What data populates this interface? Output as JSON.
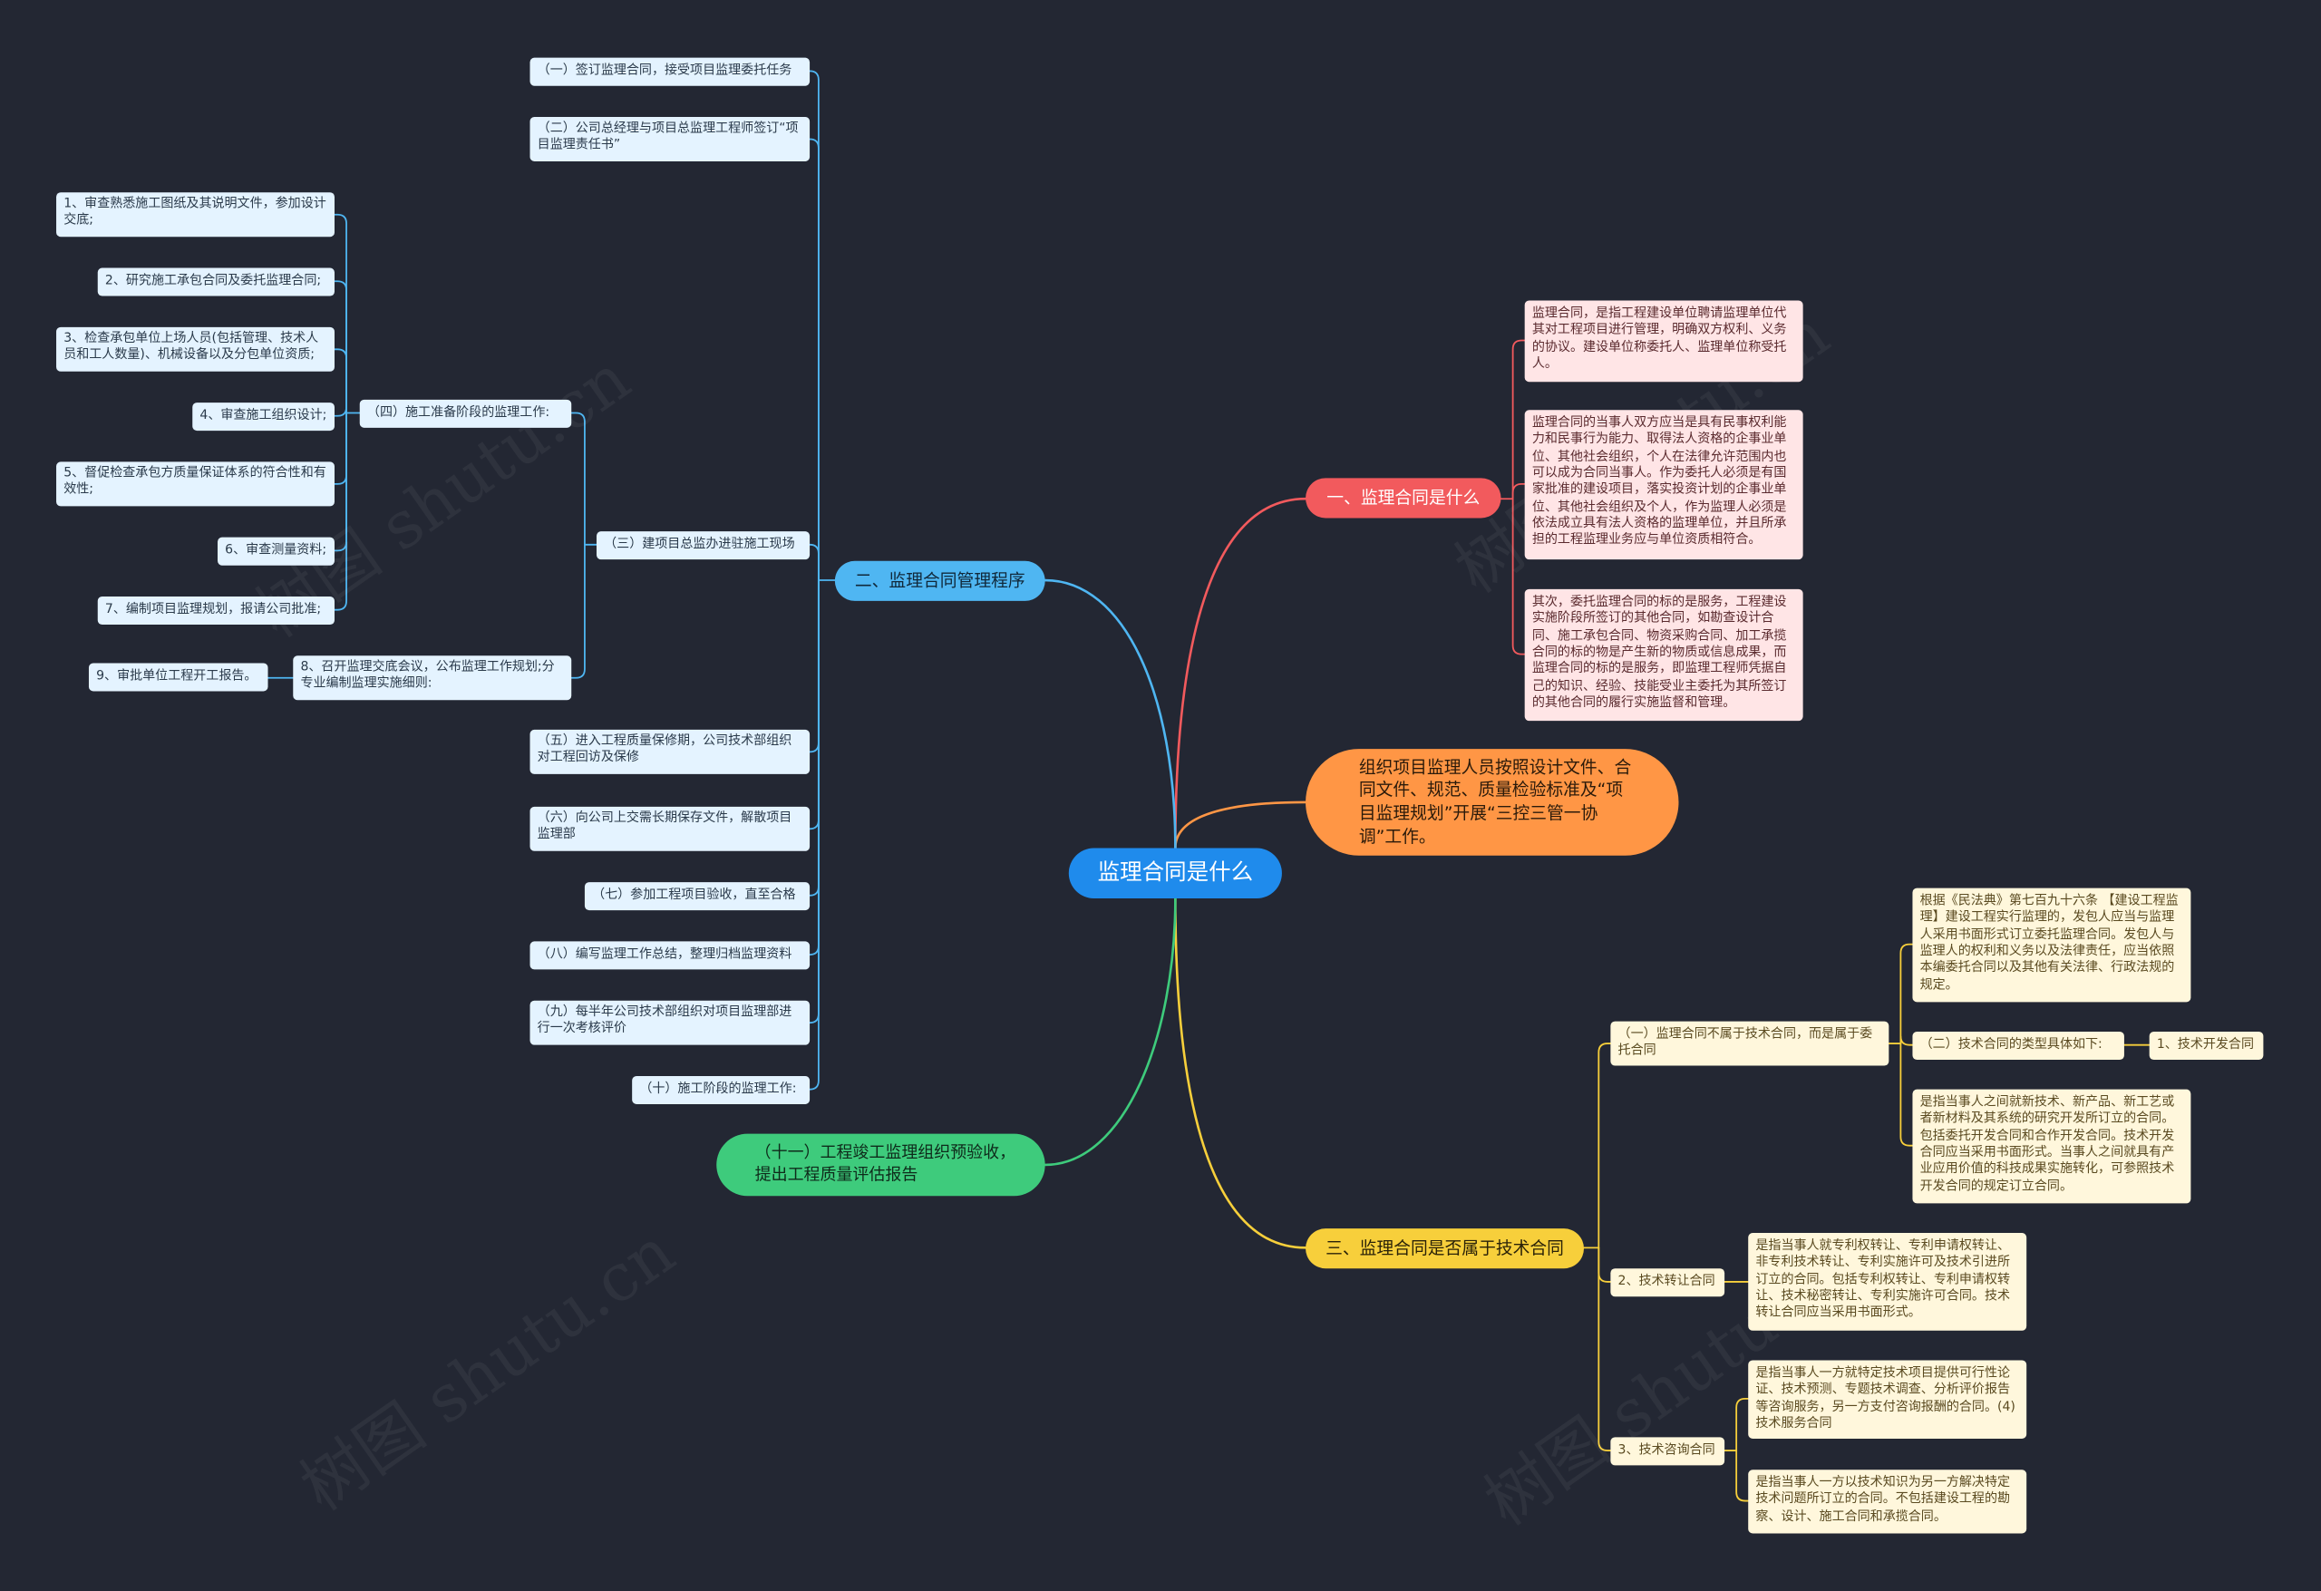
{
  "root": "监理合同是什么",
  "watermark": "树图 shutu.cn",
  "colors": {
    "blue": "#4fb6f2",
    "red": "#f25a5d",
    "orange": "#ff9645",
    "yellow": "#f7cf3b",
    "green": "#3ecb7c",
    "root": "#1f8bec"
  },
  "branch1": {
    "title": "一、监理合同是什么",
    "items": [
      "监理合同，是指工程建设单位聘请监理单位代其对工程项目进行管理，明确双方权利、义务的协议。建设单位称委托人、监理单位称受托人。",
      "监理合同的当事人双方应当是具有民事权利能力和民事行为能力、取得法人资格的企事业单位、其他社会组织，个人在法律允许范围内也可以成为合同当事人。作为委托人必须是有国家批准的建设项目，落实投资计划的企事业单位、其他社会组织及个人，作为监理人必须是依法成立具有法人资格的监理单位，并且所承担的工程监理业务应与单位资质相符合。",
      "其次，委托监理合同的标的是服务，工程建设实施阶段所签订的其他合同，如勘查设计合同、施工承包合同、物资采购合同、加工承揽合同的标的物是产生新的物质或信息成果，而监理合同的标的是服务，即监理工程师凭据自己的知识、经验、技能受业主委托为其所签订的其他合同的履行实施监督和管理。"
    ]
  },
  "branch2": {
    "title": "二、监理合同管理程序",
    "items": {
      "i1": "（一）签订监理合同，接受项目监理委托任务",
      "i2": "（二）公司总经理与项目总监理工程师签订“项目监理责任书”",
      "i3": "（三）建项目总监办进驻施工现场",
      "i4": "（四）施工准备阶段的监理工作:",
      "i5": "（五）进入工程质量保修期，公司技术部组织对工程回访及保修",
      "i6": "（六）向公司上交需长期保存文件，解散项目监理部",
      "i7": "（七）参加工程项目验收，直至合格",
      "i8": "（八）编写监理工作总结，整理归档监理资料",
      "i9": "（九）每半年公司技术部组织对项目监理部进行一次考核评价",
      "i10": "（十）施工阶段的监理工作:"
    },
    "prep": [
      "1、审查熟悉施工图纸及其说明文件，参加设计交底;",
      "2、研究施工承包合同及委托监理合同;",
      "3、检查承包单位上场人员(包括管理、技术人员和工人数量)、机械设备以及分包单位资质;",
      "4、审查施工组织设计;",
      "5、督促检查承包方质量保证体系的符合性和有效性;",
      "6、审查测量资料;",
      "7、编制项目监理规划，报请公司批准;"
    ],
    "item8": "8、召开监理交底会议，公布监理工作规划;分专业编制监理实施细则:",
    "item9": "9、审批单位工程开工报告。"
  },
  "branch_orange": "组织项目监理人员按照设计文件、合同文件、规范、质量检验标准及“项目监理规划”开展“三控三管一协调”工作。",
  "branch_green": "（十一）工程竣工监理组织预验收，提出工程质量评估报告",
  "branch3": {
    "title": "三、监理合同是否属于技术合同",
    "sub1": {
      "label": "（一）监理合同不属于技术合同，而是属于委托合同",
      "law": "根据《民法典》第七百九十六条 【建设工程监理】建设工程实行监理的，发包人应当与监理人采用书面形式订立委托监理合同。发包人与监理人的权利和义务以及法律责任，应当依照本编委托合同以及其他有关法律、行政法规的规定。",
      "types": "（二）技术合同的类型具体如下:",
      "dev": "1、技术开发合同",
      "dev_desc": "是指当事人之间就新技术、新产品、新工艺或者新材料及其系统的研究开发所订立的合同。包括委托开发合同和合作开发合同。技术开发合同应当采用书面形式。当事人之间就具有产业应用价值的科技成果实施转化，可参照技术开发合同的规定订立合同。"
    },
    "sub2": {
      "label": "2、技术转让合同",
      "desc": "是指当事人就专利权转让、专利申请权转让、非专利技术转让、专利实施许可及技术引进所订立的合同。包括专利权转让、专利申请权转让、技术秘密转让、专利实施许可合同。技术转让合同应当采用书面形式。"
    },
    "sub3": {
      "label": "3、技术咨询合同",
      "desc1": "是指当事人一方就特定技术项目提供可行性论证、技术预测、专题技术调查、分析评价报告等咨询服务，另一方支付咨询报酬的合同。(4)技术服务合同",
      "desc2": "是指当事人一方以技术知识为另一方解决特定技术问题所订立的合同。不包括建设工程的勘察、设计、施工合同和承揽合同。"
    }
  }
}
